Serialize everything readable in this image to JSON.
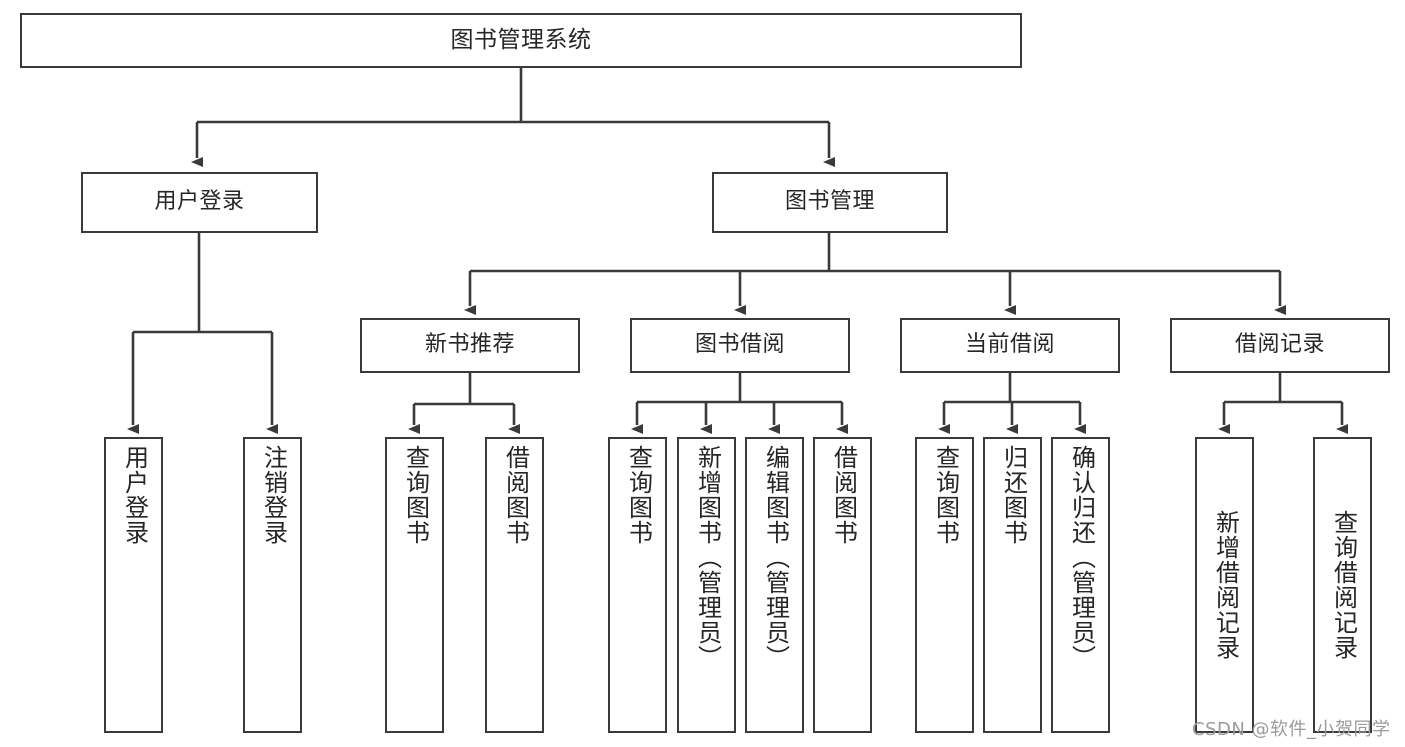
{
  "diagram": {
    "title": "图书管理系统",
    "type": "hierarchy-tree",
    "root": {
      "label": "图书管理系统"
    },
    "level1": [
      {
        "id": "user-login",
        "label": "用户登录"
      },
      {
        "id": "book-manage",
        "label": "图书管理"
      }
    ],
    "level2": [
      {
        "id": "new-book-recommend",
        "label": "新书推荐",
        "parent": "book-manage"
      },
      {
        "id": "book-borrow",
        "label": "图书借阅",
        "parent": "book-manage"
      },
      {
        "id": "current-borrow",
        "label": "当前借阅",
        "parent": "book-manage"
      },
      {
        "id": "borrow-record",
        "label": "借阅记录",
        "parent": "book-manage"
      }
    ],
    "leaves": [
      {
        "id": "leaf-user-login",
        "label": "用户登录",
        "parent": "user-login"
      },
      {
        "id": "leaf-user-logout",
        "label": "注销登录",
        "parent": "user-login"
      },
      {
        "id": "leaf-query-book-1",
        "label": "查询图书",
        "parent": "new-book-recommend"
      },
      {
        "id": "leaf-borrow-book-1",
        "label": "借阅图书",
        "parent": "new-book-recommend"
      },
      {
        "id": "leaf-query-book-2",
        "label": "查询图书",
        "parent": "book-borrow"
      },
      {
        "id": "leaf-add-book",
        "label": "新增图书（管理员）",
        "parent": "book-borrow"
      },
      {
        "id": "leaf-edit-book",
        "label": "编辑图书（管理员）",
        "parent": "book-borrow"
      },
      {
        "id": "leaf-borrow-book-2",
        "label": "借阅图书",
        "parent": "book-borrow"
      },
      {
        "id": "leaf-query-book-3",
        "label": "查询图书",
        "parent": "current-borrow"
      },
      {
        "id": "leaf-return-book",
        "label": "归还图书",
        "parent": "current-borrow"
      },
      {
        "id": "leaf-confirm-return",
        "label": "确认归还（管理员）",
        "parent": "current-borrow"
      },
      {
        "id": "leaf-add-record",
        "label": "新增借阅记录",
        "parent": "borrow-record"
      },
      {
        "id": "leaf-query-record",
        "label": "查询借阅记录",
        "parent": "borrow-record"
      }
    ],
    "colors": {
      "stroke": "#3a3a3a",
      "text": "#262626",
      "background": "#ffffff",
      "watermark": "#9b9b9b"
    }
  },
  "watermark": {
    "text": "CSDN @软件_小贺同学"
  }
}
